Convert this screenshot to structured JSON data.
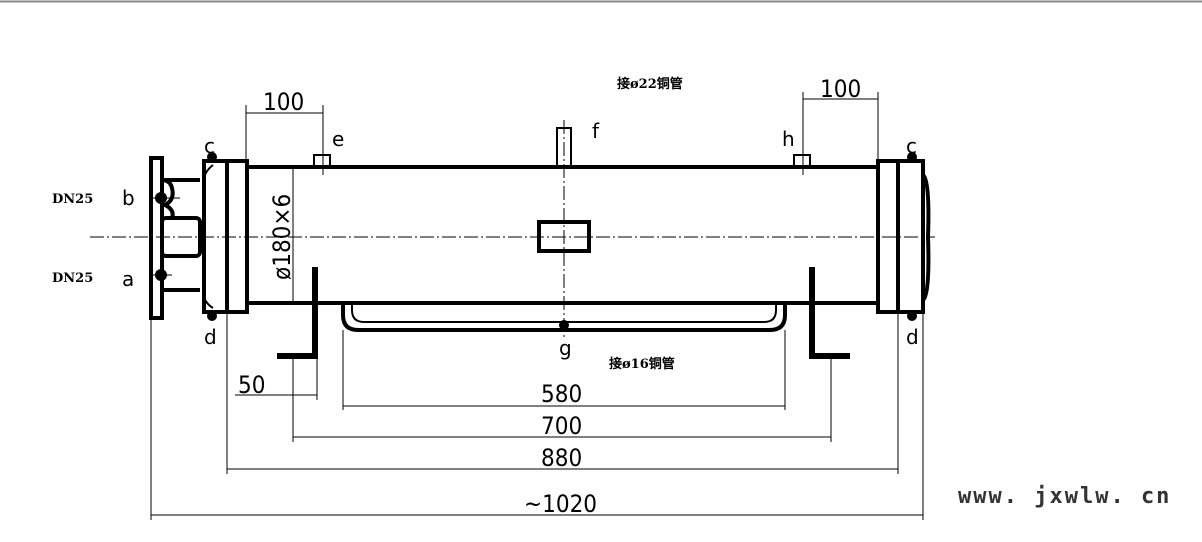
{
  "notes": {
    "top_connection": "接ø22铜管",
    "bottom_connection": "接ø16铜管",
    "dn_b": "DN25",
    "dn_a": "DN25"
  },
  "labels": {
    "a": "a",
    "b": "b",
    "c_left": "c",
    "c_right": "c",
    "d_left": "d",
    "d_right": "d",
    "e": "e",
    "f": "f",
    "g": "g",
    "h": "h"
  },
  "dimensions": {
    "nozzle_left": "100",
    "nozzle_right": "100",
    "diameter": "ø180×6",
    "foot": "50",
    "d580": "580",
    "d700": "700",
    "d880": "880",
    "d1020": "~1020"
  },
  "watermark": "www. jxwlw. cn"
}
